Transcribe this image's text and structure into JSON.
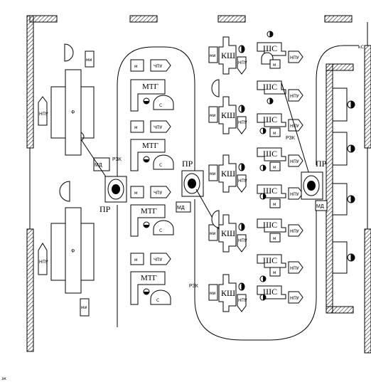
{
  "labels": {
    "m": "м",
    "mi": "ми",
    "chpu": "ЧПУ",
    "npu": "НПУ",
    "f": "Ф",
    "mtg": "МТГ",
    "ksh": "КШ",
    "shs": "ШС",
    "md": "МД",
    "pr": "ПР",
    "rzk": "РЗК",
    "s": "С",
    "corner_mark": "кС",
    "footer_mark": "зк"
  }
}
